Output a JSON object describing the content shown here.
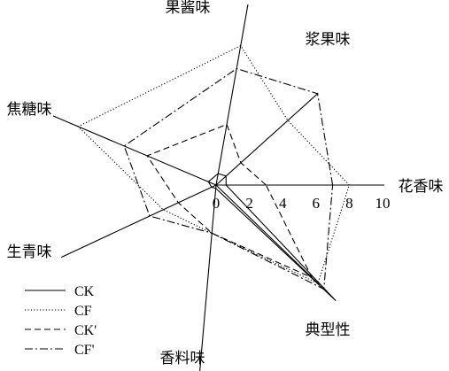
{
  "chart_data": {
    "type": "radar",
    "title": "",
    "axes": [
      "花香味",
      "浆果味",
      "果酱味",
      "焦糖味",
      "生青味",
      "香料味",
      "典型性"
    ],
    "tick_labels": [
      "0",
      "2",
      "4",
      "6",
      "8",
      "10"
    ],
    "ticks": [
      0,
      2,
      4,
      6,
      8,
      10
    ],
    "range": [
      0,
      10
    ],
    "grid": false,
    "legend_position": "bottom-left",
    "series": [
      {
        "name": "CK",
        "style": "solid",
        "color": "#000000",
        "values": [
          0.6,
          0.8,
          0.7,
          0.5,
          0.3,
          0.2,
          10.0
        ]
      },
      {
        "name": "CF",
        "style": "dotted",
        "color": "#000000",
        "values": [
          8.0,
          5.8,
          8.5,
          9.0,
          3.5,
          2.9,
          8.5
        ]
      },
      {
        "name": "CK'",
        "style": "dashed",
        "color": "#000000",
        "values": [
          3.0,
          2.0,
          3.7,
          4.5,
          2.5,
          2.9,
          8.0
        ]
      },
      {
        "name": "CF'",
        "style": "dash-dot",
        "color": "#000000",
        "values": [
          7.0,
          8.2,
          7.1,
          6.0,
          4.4,
          2.9,
          9.0
        ]
      }
    ]
  }
}
